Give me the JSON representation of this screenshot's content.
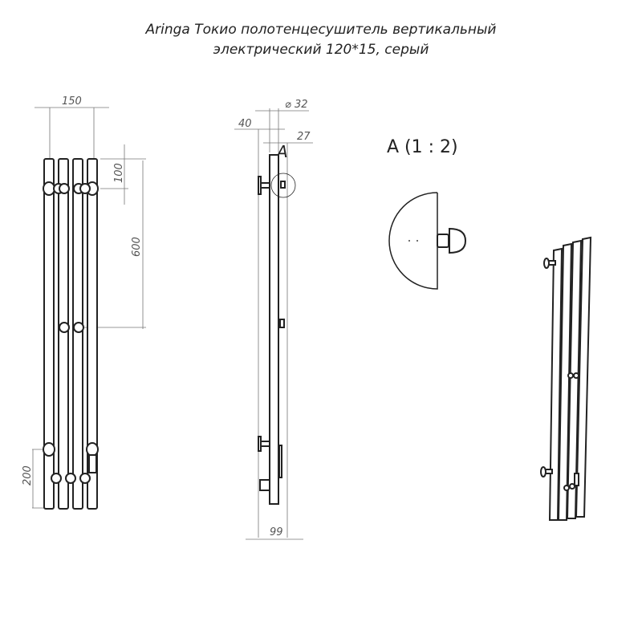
{
  "title": {
    "line1": "Aringa Токио полотенцесушитель вертикальный",
    "line2": "электрический 120*15, серый"
  },
  "front_view": {
    "dim_width": "150",
    "dim_top": "100",
    "dim_mid": "600",
    "dim_bottom": "200"
  },
  "side_view": {
    "dim_diameter": "⌀ 32",
    "dim_offset": "40",
    "dim_wall": "27",
    "dim_depth": "99",
    "detail_marker": "A"
  },
  "detail": {
    "label": "A (1 : 2)"
  },
  "colors": {
    "line": "#222222",
    "dimension": "#777777"
  }
}
